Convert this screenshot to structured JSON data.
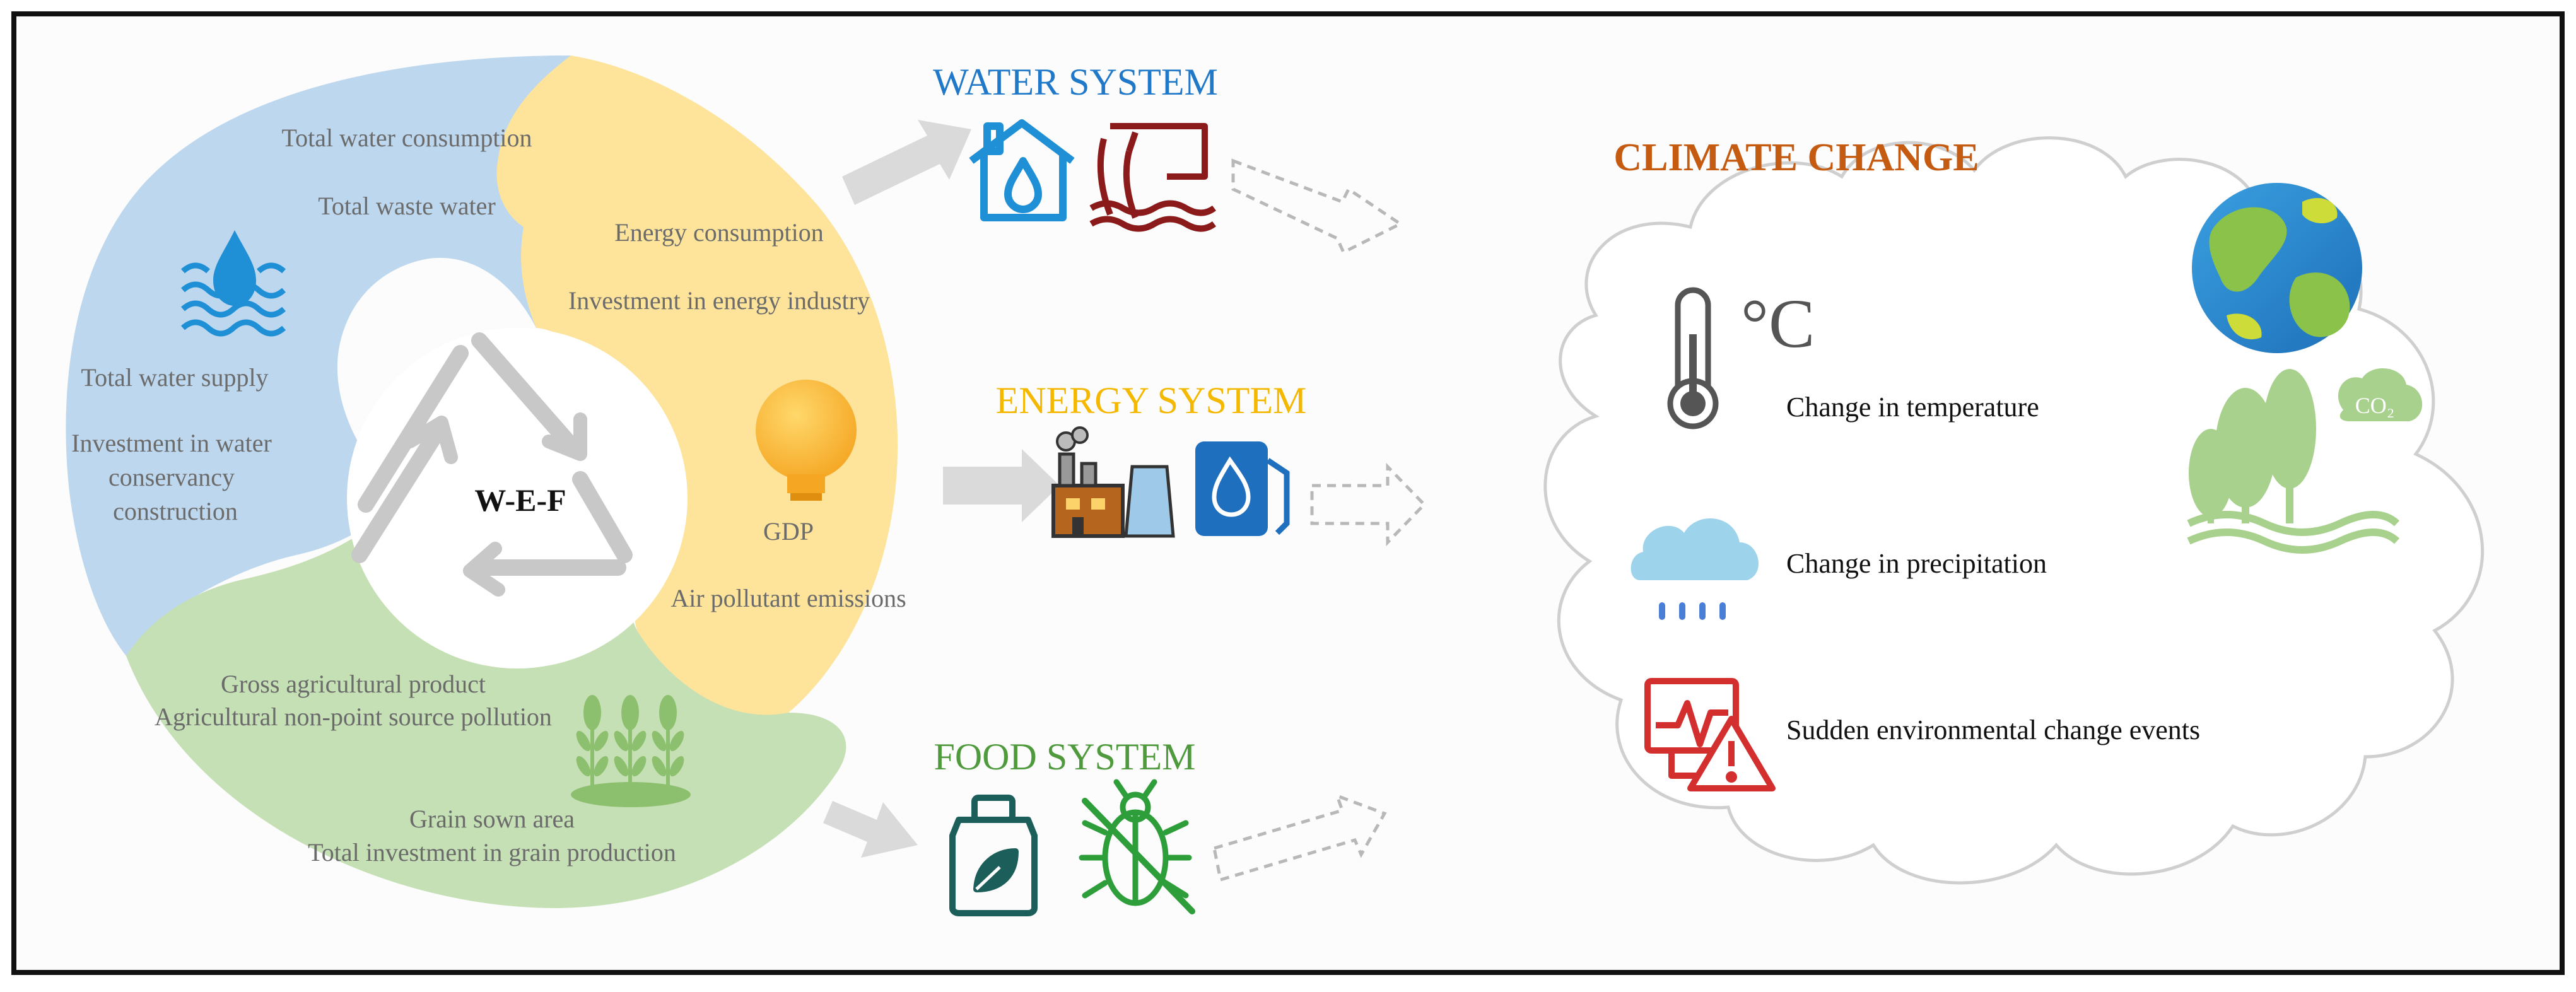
{
  "center_label": "W-E-F",
  "water_indicators": {
    "total_water_consumption": "Total water consumption",
    "total_waste_water": "Total waste water",
    "total_water_supply": "Total water supply",
    "investment_line1": "Investment in water",
    "investment_line2": "conservancy",
    "investment_line3": "construction"
  },
  "energy_indicators": {
    "energy_consumption": "Energy consumption",
    "investment_energy": "Investment in energy industry",
    "gdp": "GDP",
    "air_pollutant": "Air pollutant emissions"
  },
  "food_indicators": {
    "gross_agri": "Gross agricultural product",
    "agri_pollution": "Agricultural non-point source pollution",
    "grain_area": "Grain sown area",
    "grain_investment": "Total investment in grain production"
  },
  "systems": {
    "water": "WATER SYSTEM",
    "energy": "ENERGY SYSTEM",
    "food": "FOOD SYSTEM"
  },
  "climate": {
    "title": "CLIMATE CHANGE",
    "temperature": "Change in temperature",
    "precipitation": "Change in precipitation",
    "sudden": "Sudden environmental change events",
    "celsius": "°C",
    "co2": "CO₂"
  },
  "colors": {
    "water_blob": "#bdd7ee",
    "energy_blob": "#fde49a",
    "food_blob": "#c5e0b4",
    "water_title": "#1f78c8",
    "energy_title": "#f5b800",
    "food_title": "#4e9a3c",
    "climate_title": "#c55a11",
    "indicator_text": "#6b6b6b"
  }
}
